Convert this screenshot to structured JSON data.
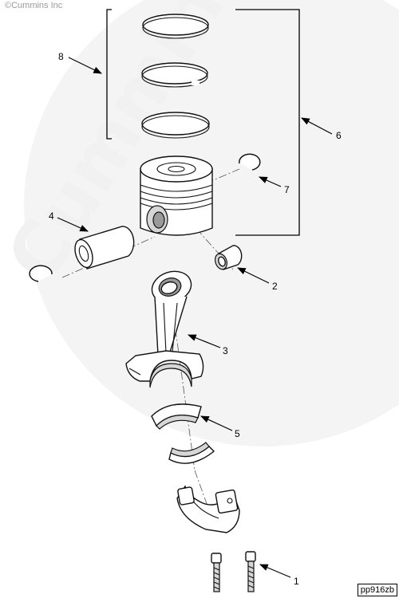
{
  "watermark": {
    "copyright": "©Cummins Inc",
    "brand": "Cummins"
  },
  "figure_code": "pp916zb",
  "callouts": [
    {
      "id": "1",
      "label": "1"
    },
    {
      "id": "2",
      "label": "2"
    },
    {
      "id": "3",
      "label": "3"
    },
    {
      "id": "4",
      "label": "4"
    },
    {
      "id": "5",
      "label": "5"
    },
    {
      "id": "6",
      "label": "6"
    },
    {
      "id": "7",
      "label": "7"
    },
    {
      "id": "8",
      "label": "8"
    }
  ]
}
